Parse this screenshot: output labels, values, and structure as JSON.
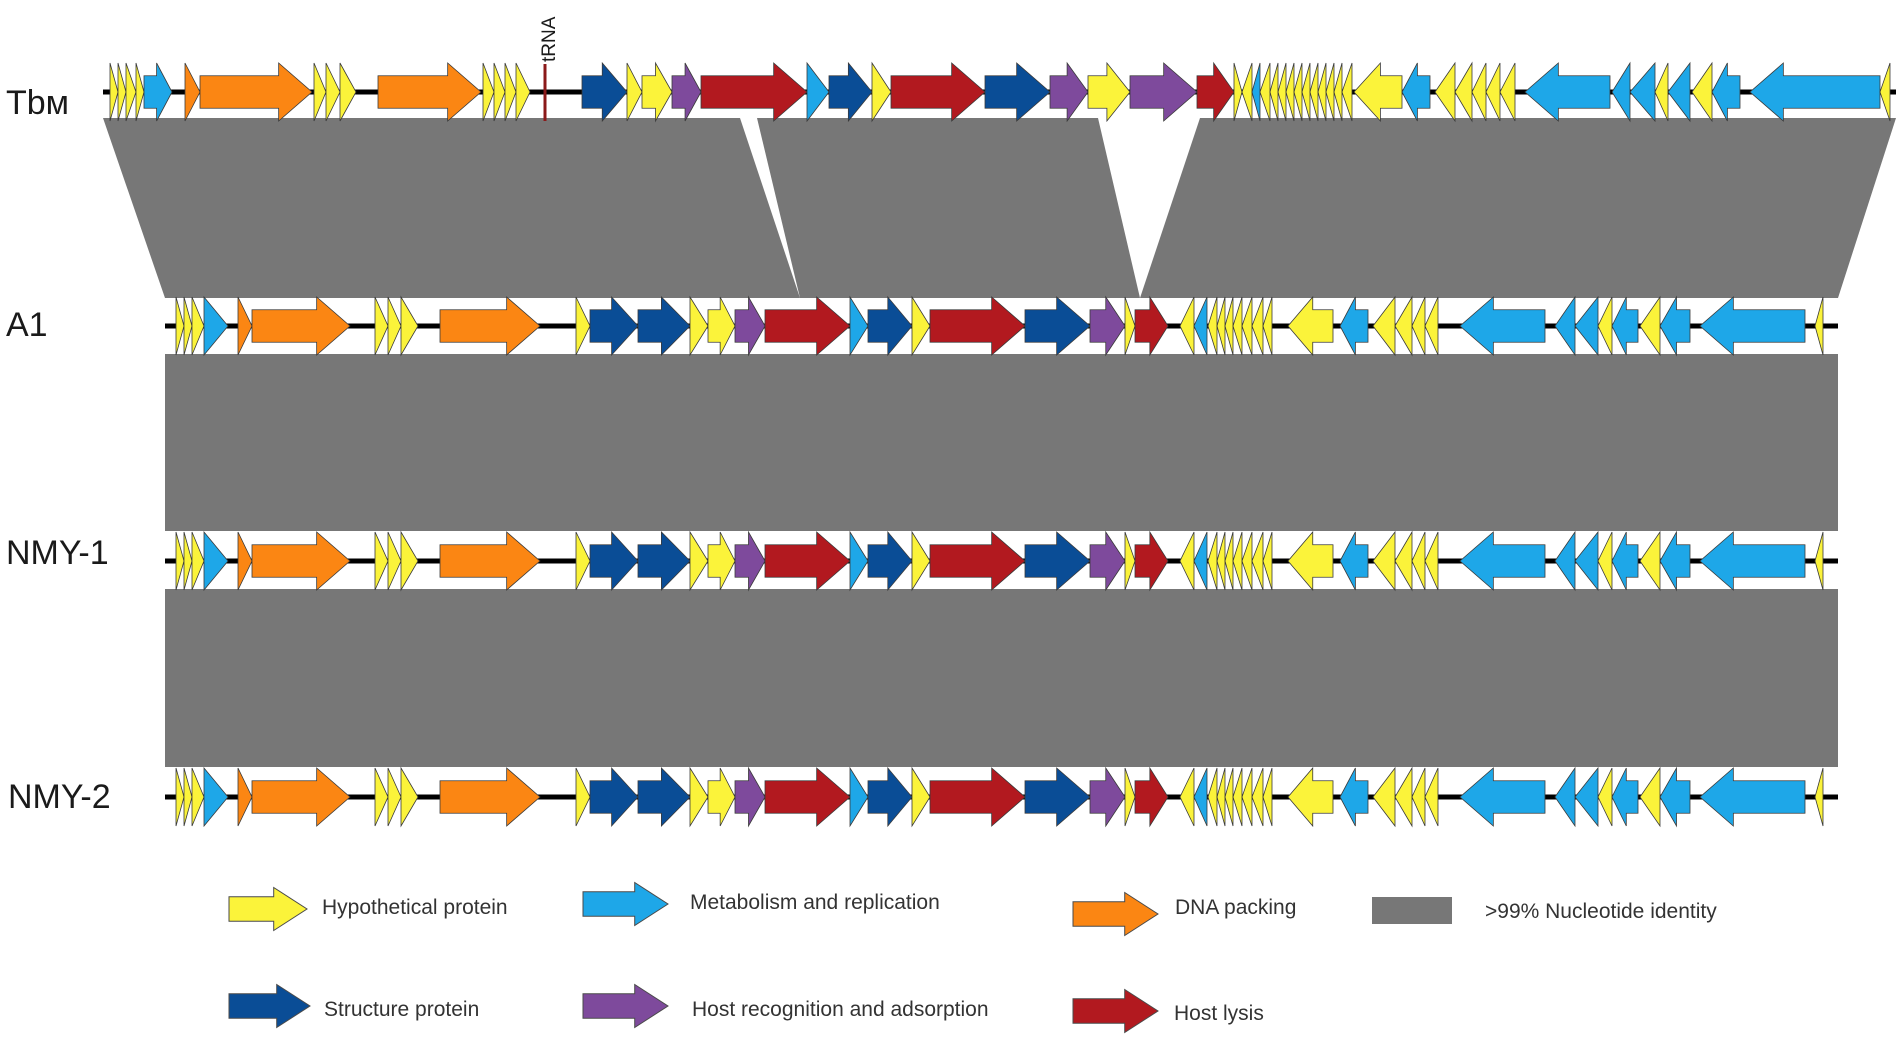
{
  "colors": {
    "hypothetical": "#fbf33a",
    "metabolism": "#1ea7e8",
    "dna_packing": "#fb8613",
    "structure": "#0a4d96",
    "host_recognition": "#7e4a9c",
    "host_lysis": "#b2191f",
    "identity": "#777777",
    "trna": "#8b1a1a"
  },
  "genomes": [
    {
      "label": "Tbм"
    },
    {
      "label": "A1"
    },
    {
      "label": "NMY-1"
    },
    {
      "label": "NMY-2"
    }
  ],
  "trna_label": "tRNA",
  "legend": [
    {
      "category": "hypothetical",
      "label": "Hypothetical protein"
    },
    {
      "category": "metabolism",
      "label": "Metabolism and replication"
    },
    {
      "category": "dna_packing",
      "label": "DNA packing"
    },
    {
      "category": "identity",
      "label": ">99% Nucleotide identity"
    },
    {
      "category": "structure",
      "label": "Structure protein"
    },
    {
      "category": "host_recognition",
      "label": "Host recognition and adsorption"
    },
    {
      "category": "host_lysis",
      "label": "Host lysis"
    }
  ]
}
